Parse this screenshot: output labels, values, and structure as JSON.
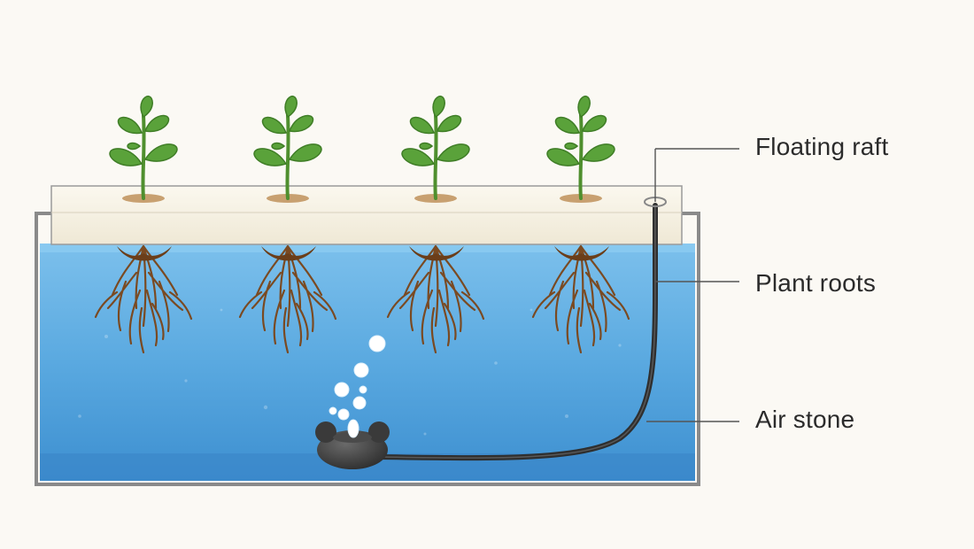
{
  "labels": {
    "floating_raft": "Floating raft",
    "plant_roots": "Plant roots",
    "air_stone": "Air stone"
  },
  "plants": {
    "count": 4
  },
  "colors": {
    "background": "#fbf9f4",
    "water": "#5aa9e0",
    "water_deep": "#3d8fd0",
    "raft": "#f4efe1",
    "tank_frame": "#8a8a8a",
    "leaf": "#5aa23a",
    "leaf_dark": "#3f7d26",
    "stem": "#4f8f2e",
    "root": "#7a4a22",
    "air_stone": "#3a3a3a",
    "tube": "#333333",
    "bubble": "#ffffff",
    "leader_line": "#555555"
  },
  "icons": [
    "seedling-icon",
    "root-cluster-icon",
    "air-stone-icon",
    "bubble-icon"
  ]
}
